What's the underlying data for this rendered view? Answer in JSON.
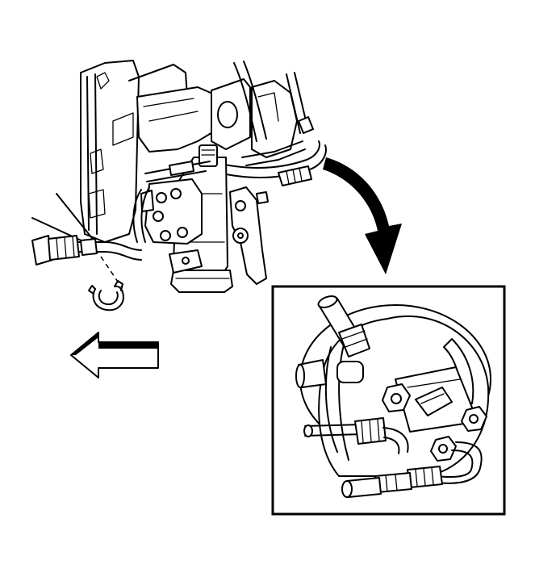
{
  "figure": {
    "subject": "brake-booster-vacuum-hose-and-check-valve-detail",
    "main_view": "engine-compartment-brake-booster-assembly",
    "detail_view": "enlarged-booster-with-vacuum-hose-and-check-valve",
    "direction_arrow": "forward-left-arrow",
    "callout_arrow": "curved-arrow-to-detail",
    "colors": {
      "line": "#000000",
      "background": "#ffffff"
    }
  }
}
